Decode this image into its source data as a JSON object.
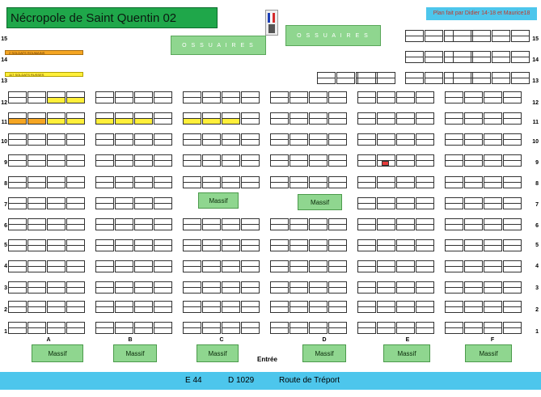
{
  "title": "Nécropole de Saint Quentin 02",
  "credit": "Plan fait par Didier 14-18 et Maurice18",
  "ossuaires": [
    "O S S U A I R E S",
    "O S S U A I R E S"
  ],
  "bars": [
    {
      "row": "14",
      "label": "2  SOLDATS ROUMAINS"
    },
    {
      "row": "13",
      "label": "117  SOLDATS RUSSES"
    }
  ],
  "row_numbers": [
    "15",
    "14",
    "13",
    "12",
    "11",
    "10",
    "9",
    "8",
    "7",
    "6",
    "5",
    "4",
    "3",
    "2",
    "1"
  ],
  "massif_label": "Massif",
  "column_letters": [
    "A",
    "B",
    "C",
    "D",
    "E",
    "F"
  ],
  "entree": "Entrée",
  "footer": {
    "e": "E 44",
    "d": "D 1029",
    "road": "Route de Tréport"
  },
  "colors": {
    "green": "#1fa74a",
    "cyan": "#4dc6ec",
    "yellow": "#ffef3a",
    "orange": "#f5a623",
    "red": "#e53b3b"
  }
}
